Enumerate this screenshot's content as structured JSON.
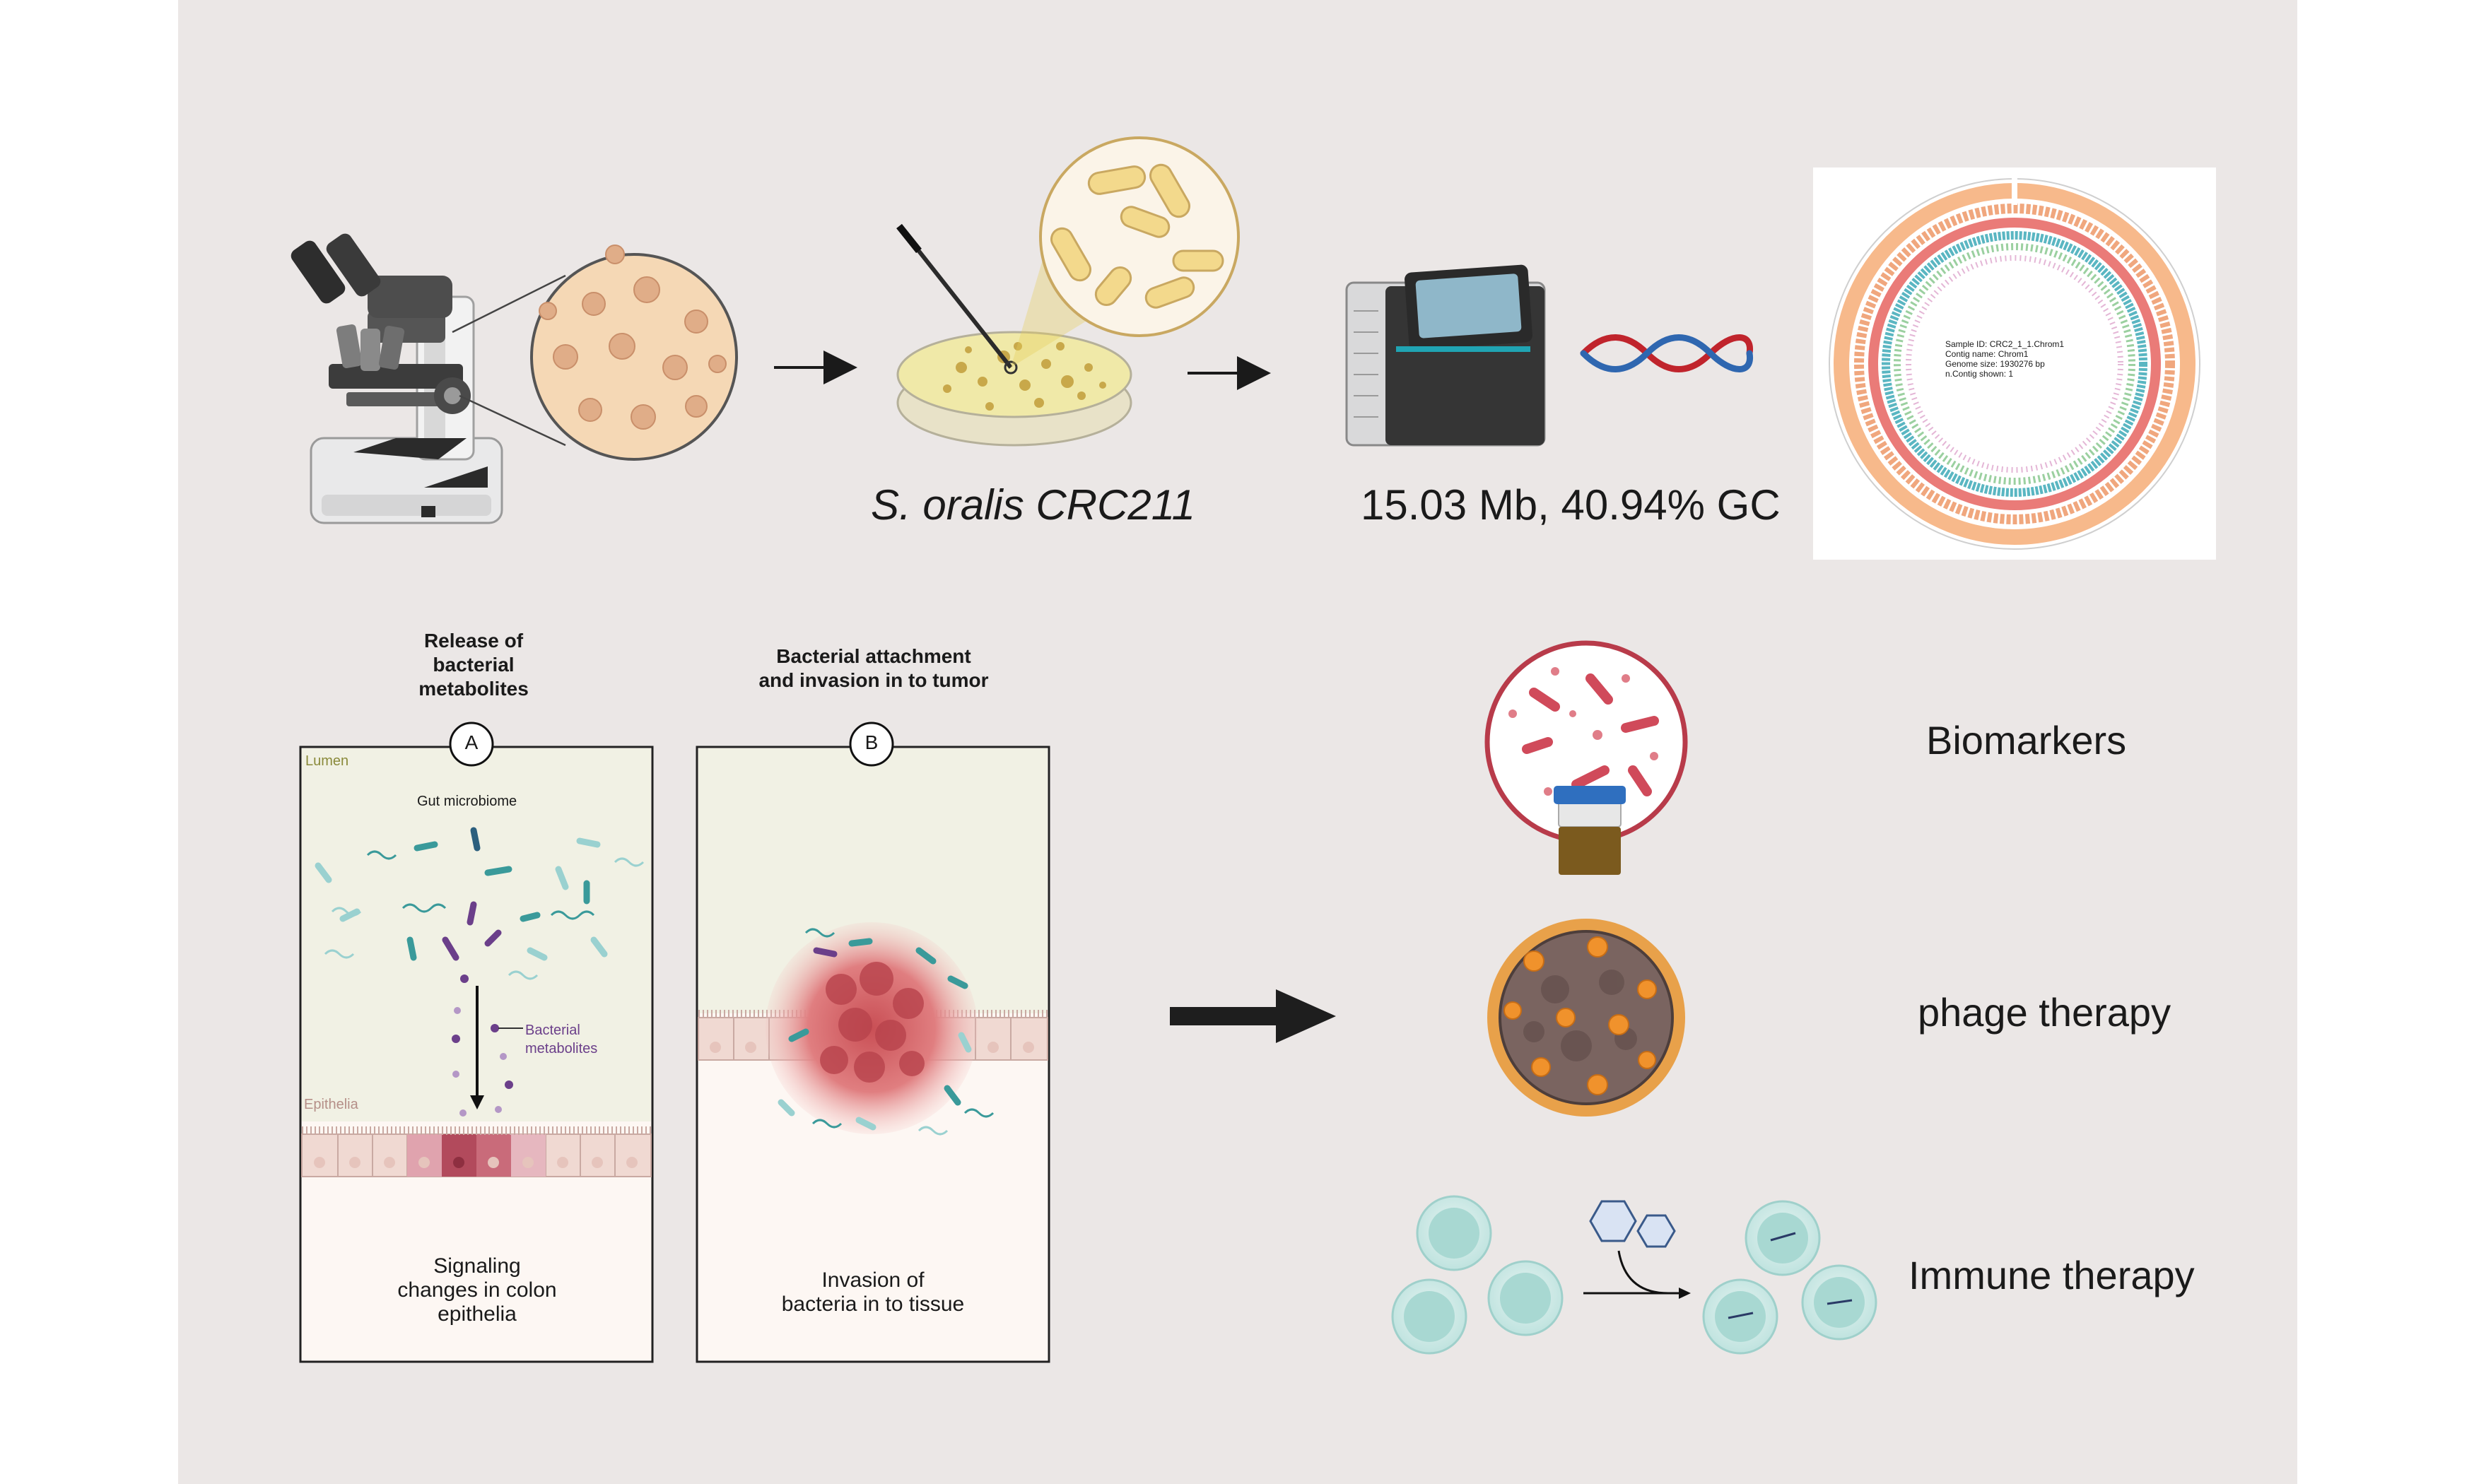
{
  "pipeline": {
    "strain_label": "S. oralis CRC211",
    "genome_stats": "15.03 Mb, 40.94% GC",
    "circos": {
      "sample_id": "Sample ID:  CRC2_1_1.Chrom1",
      "contig_name": "Contig name:  Chrom1",
      "genome_size": "Genome size:  1930276 bp",
      "contig_shown": "n.Contig shown:  1"
    }
  },
  "panel_a": {
    "title_lines": [
      "Release of",
      "bacterial",
      "metabolites"
    ],
    "badge": "A",
    "lumen_label": "Lumen",
    "microbiome_label": "Gut microbiome",
    "metabolites_label_lines": [
      "Bacterial",
      "metabolites"
    ],
    "epithelia_label": "Epithelia",
    "caption_lines": [
      "Signaling",
      "changes in colon",
      "epithelia"
    ]
  },
  "panel_b": {
    "title_lines": [
      "Bacterial attachment",
      "and invasion in to tumor"
    ],
    "badge": "B",
    "caption_lines": [
      "Invasion of",
      "bacteria in to tissue"
    ]
  },
  "outcomes": [
    "Biomarkers",
    "phage therapy",
    "Immune therapy"
  ],
  "colors": {
    "background": "#ebe7e6",
    "lumen": "#f1f1e4",
    "tissue": "#fdf7f3",
    "teal_bacteria": "#3a9a9a",
    "purple_bacteria": "#6b3f8a",
    "tumor": "#d96a6a",
    "dna_red": "#c0242c",
    "dna_blue": "#2f67b0"
  }
}
